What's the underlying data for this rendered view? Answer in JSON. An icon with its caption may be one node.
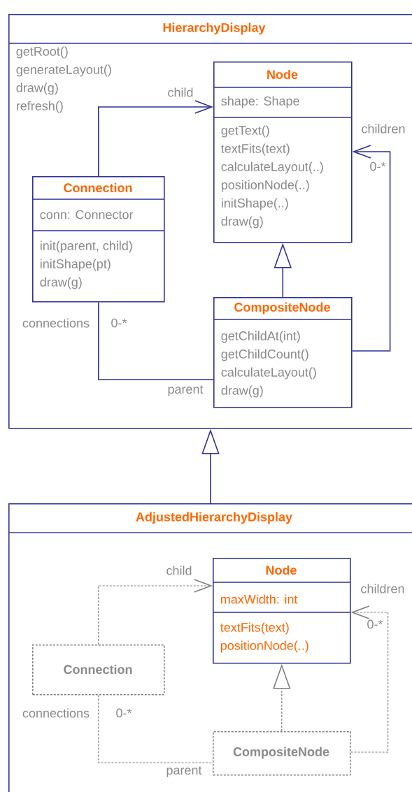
{
  "diagram": {
    "nodes": [
      {
        "text": [
          "HierarchyDisplay",
          "getRoot()",
          "generateLayout()",
          "draw(g)",
          "refresh()"
        ]
      },
      {
        "text": [
          "Node",
          "shape: Shape",
          "getText()",
          "textFits(text)",
          "calculateLayout(..)",
          "positionNode(..)",
          "initShape(..)",
          "draw(g)"
        ],
        "in": 0
      },
      {
        "text": [
          "Connection",
          "conn: Connector",
          "init(parent, child)",
          "initShape(pt)",
          "draw(g)"
        ],
        "in": 0
      },
      {
        "text": [
          "CompositeNode",
          "getChildAt(int)",
          "getChildCount()",
          "calculateLayout()",
          "draw(g)"
        ],
        "in": 0
      },
      {
        "text": [
          "AdjustedHierarchyDisplay"
        ]
      },
      {
        "text": [
          "Node",
          "maxWidth: int",
          "textFits(text)",
          "positionNode(..)"
        ],
        "in": 4
      },
      {
        "text": [
          "Connection"
        ],
        "in": 4
      },
      {
        "text": [
          "CompositeNode"
        ],
        "in": 4
      }
    ],
    "edges": [
      {
        "from": 2,
        "to": 1,
        "arrow": "to",
        "label": "child"
      },
      {
        "from": 3,
        "to": 1,
        "arrow": "to",
        "label": "children"
      },
      {
        "from": 3,
        "to": 1,
        "arrow": "to"
      },
      {
        "from": 2,
        "to": 3,
        "arrow": "none",
        "label": "parent"
      },
      {
        "from": 4,
        "to": 0,
        "arrow": "to"
      },
      {
        "from": 6,
        "to": 5,
        "arrow": "to",
        "label": "child",
        "style": "dashed",
        "color": "#808080"
      },
      {
        "from": 7,
        "to": 5,
        "arrow": "to",
        "label": "children",
        "style": "dashed",
        "color": "#808080"
      },
      {
        "from": 7,
        "to": 5,
        "arrow": "to",
        "style": "dashed",
        "color": "#808080"
      },
      {
        "from": 6,
        "to": 7,
        "arrow": "none",
        "label": "parent",
        "style": "dashed",
        "color": "#808080"
      }
    ],
    "labels": [
      "0-*",
      "connections",
      "0-*",
      "0-*",
      "connections",
      "0-*"
    ]
  }
}
